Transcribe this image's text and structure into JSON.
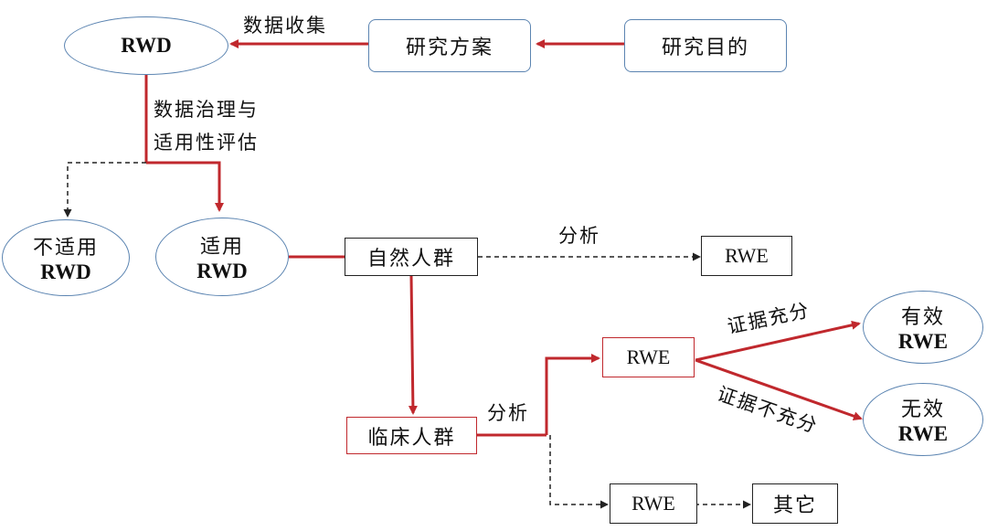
{
  "nodes": {
    "rwd_top": "RWD",
    "research_plan": "研究方案",
    "research_goal": "研究目的",
    "unsuitable_line1": "不适用",
    "unsuitable_line2": "RWD",
    "suitable_line1": "适用",
    "suitable_line2": "RWD",
    "natural_population": "自然人群",
    "rwe_natural": "RWE",
    "clinical_population": "临床人群",
    "rwe_clinical": "RWE",
    "effective_line1": "有效",
    "effective_line2": "RWE",
    "ineffective_line1": "无效",
    "ineffective_line2": "RWE",
    "rwe_other": "RWE",
    "other": "其它"
  },
  "edge_labels": {
    "data_collection": "数据收集",
    "governance_line1": "数据治理与",
    "governance_line2": "适用性评估",
    "analysis_natural": "分析",
    "analysis_clinical": "分析",
    "sufficient_evidence": "证据充分",
    "insufficient_evidence": "证据不充分"
  },
  "colors": {
    "red_arrow": "#c0282d",
    "dashed_arrow": "#222222",
    "ellipse_border": "#5b84b1",
    "box_border": "#222222"
  }
}
